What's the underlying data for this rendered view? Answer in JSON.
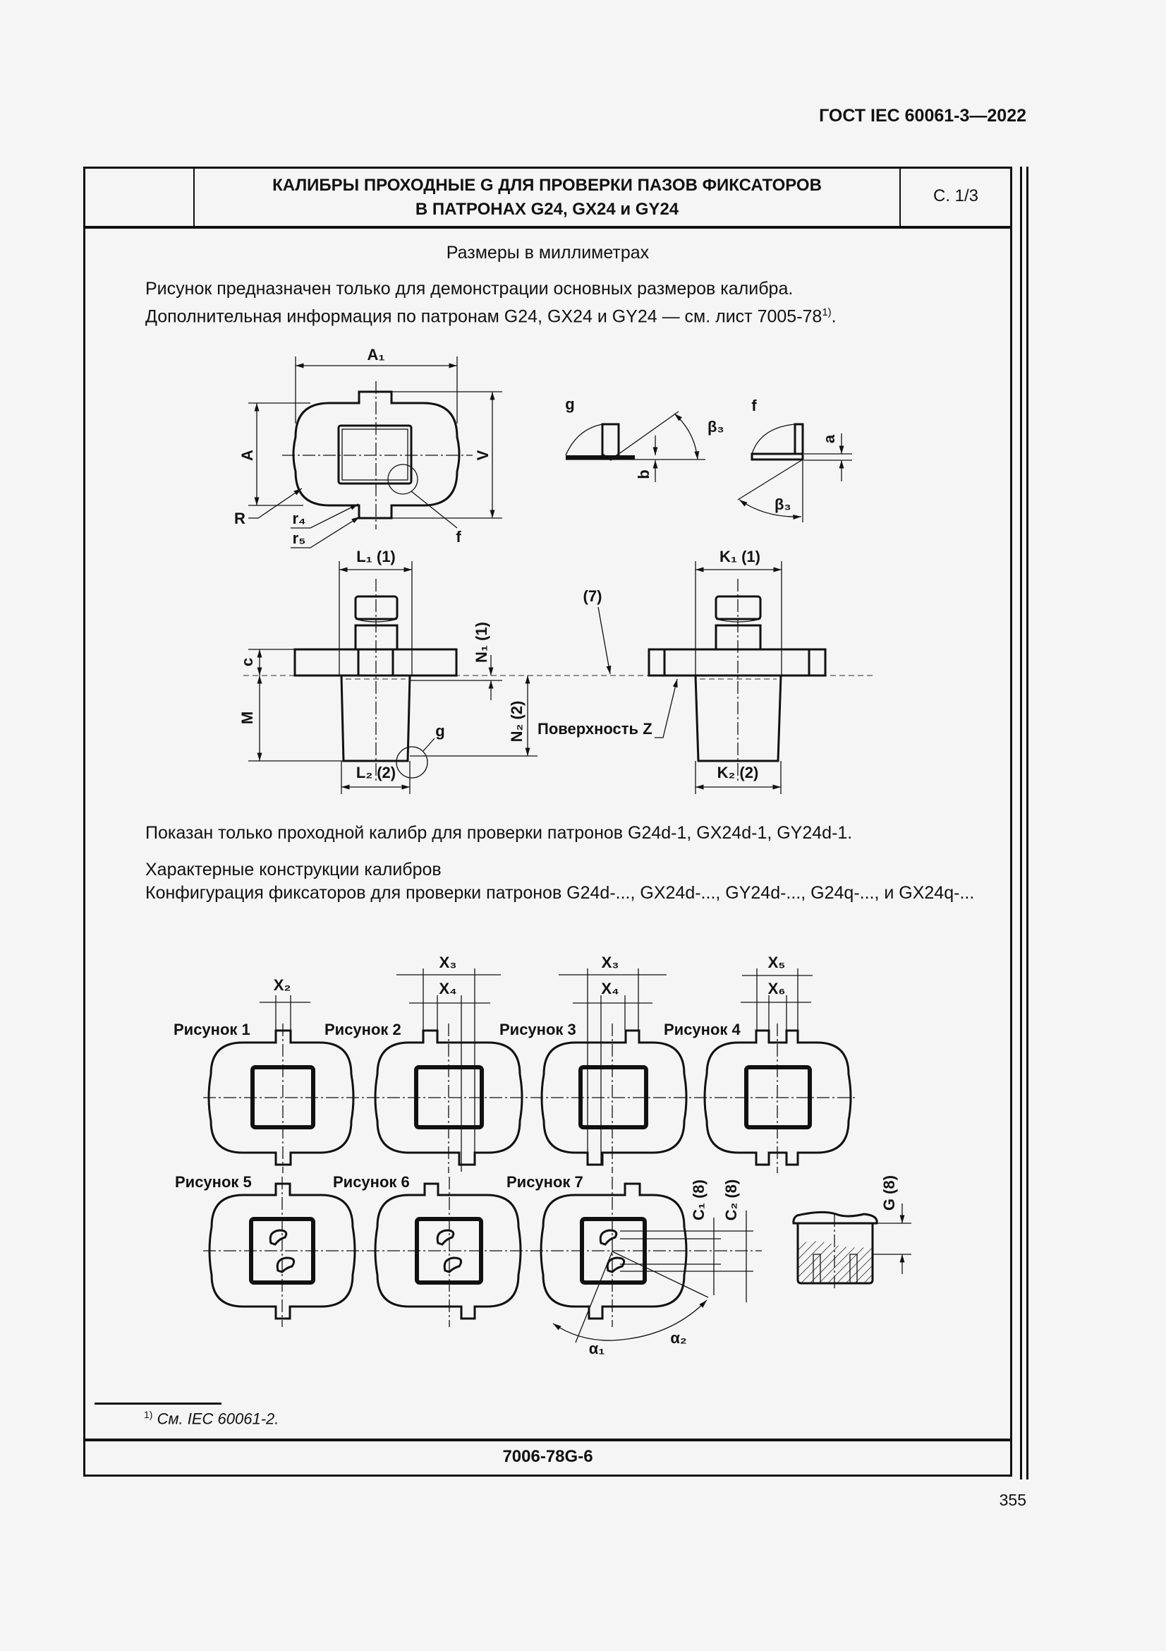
{
  "header": {
    "standard": "ГОСТ IEC 60061-3—2022"
  },
  "title_block": {
    "title_line1": "КАЛИБРЫ ПРОХОДНЫЕ G ДЛЯ ПРОВЕРКИ ПАЗОВ ФИКСАТОРОВ",
    "title_line2": "В ПАТРОНАХ G24, GX24 и GY24",
    "sheet": "С. 1/3"
  },
  "body": {
    "units_note": "Размеры в миллиметрах",
    "intro_line1": "Рисунок предназначен только для демонстрации основных размеров калибра.",
    "intro_line2": "Дополнительная информация по патронам G24, GX24 и GY24 — см. лист 7005-78",
    "intro_footnote_ref": "1)",
    "intro_line2_end": ".",
    "shown_note": "Показан только проходной калибр для проверки патронов G24d-1, GX24d-1, GY24d-1.",
    "constructions_heading": "Характерные конструкции калибров",
    "configuration_text": "Конфигурация фиксаторов для проверки патронов G24d-..., GX24d-..., GY24d-..., G24q-..., и GX24q-..."
  },
  "drawing_main": {
    "labels": {
      "A1": "A₁",
      "A": "A",
      "V": "V",
      "R": "R",
      "r4": "r₄",
      "r5": "r₅",
      "f": "f",
      "g_detail": "g",
      "f_detail": "f",
      "beta3": "β₃",
      "b": "b",
      "a": "a",
      "L1": "L₁ (1)",
      "L2": "L₂ (2)",
      "K1": "K₁ (1)",
      "K2": "K₂ (2)",
      "c": "c",
      "M": "M",
      "N1": "N₁ (1)",
      "N2": "N₂ (2)",
      "ref7": "(7)",
      "surface_z": "Поверхность Z",
      "g_circle": "g"
    }
  },
  "figures": {
    "captions": [
      "Рисунок 1",
      "Рисунок 2",
      "Рисунок 3",
      "Рисунок 4",
      "Рисунок 5",
      "Рисунок 6",
      "Рисунок 7"
    ],
    "dims": {
      "X2": "X₂",
      "X3": "X₃",
      "X4": "X₄",
      "X5": "X₅",
      "X6": "X₆",
      "C1": "C₁ (8)",
      "C2": "C₂ (8)",
      "G": "G (8)",
      "alpha1": "α₁",
      "alpha2": "α₂"
    }
  },
  "footnote": {
    "marker": "1)",
    "text": "См. IEC 60061-2."
  },
  "footer": {
    "sheet_code": "7006-78G-6",
    "page_number": "355"
  }
}
